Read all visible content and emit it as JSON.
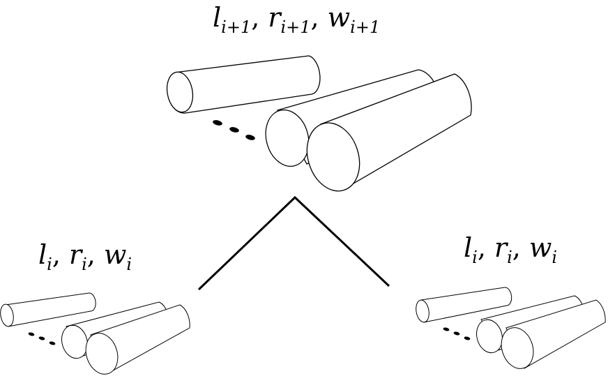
{
  "labels": {
    "top": {
      "l": "l",
      "l_sub": "i+1",
      "r": "r",
      "r_sub": "i+1",
      "w": "w",
      "w_sub": "i+1",
      "sep": ","
    },
    "left": {
      "l": "l",
      "l_sub": "i",
      "r": "r",
      "r_sub": "i",
      "w": "w",
      "w_sub": "i",
      "sep": ","
    },
    "right": {
      "l": "l",
      "l_sub": "i",
      "r": "r",
      "r_sub": "i",
      "w": "w",
      "w_sub": "i",
      "sep": ","
    }
  },
  "colors": {
    "stroke": "#000000",
    "background": "#ffffff"
  }
}
